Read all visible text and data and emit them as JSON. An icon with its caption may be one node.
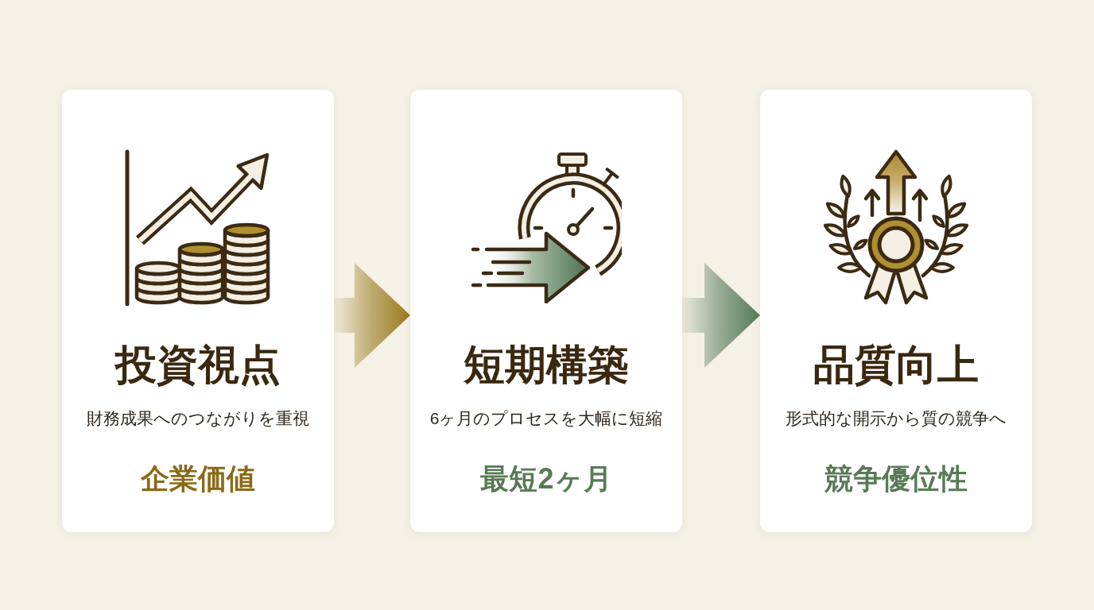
{
  "diagram": {
    "nodes": [
      {
        "text": [
          "投資視点",
          "財務成果へのつながりを重視",
          "企業価値"
        ]
      },
      {
        "text": [
          "短期構築",
          "6ヶ月のプロセスを大幅に短縮",
          "最短2ヶ月"
        ]
      },
      {
        "text": [
          "品質向上",
          "形式的な開示から質の競争へ",
          "競争優位性"
        ]
      }
    ],
    "edges": [
      {
        "from": 0,
        "to": 1,
        "arrow": "to",
        "color": "#9a7a1e"
      },
      {
        "from": 1,
        "to": 2,
        "arrow": "to",
        "color": "#557a57"
      }
    ]
  }
}
